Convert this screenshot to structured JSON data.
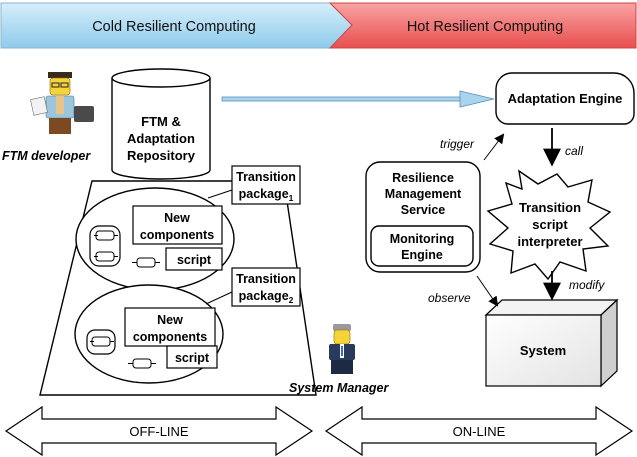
{
  "banner": {
    "cold": "Cold Resilient Computing",
    "hot": "Hot Resilient Computing",
    "cold_color": "#b8dcef",
    "hot_color": "#f26f6f"
  },
  "repository": {
    "line1": "FTM &",
    "line2": "Adaptation",
    "line3": "Repository"
  },
  "ftm_developer": "FTM developer",
  "system_manager": "System Manager",
  "transition_package_1": {
    "line1": "Transition",
    "line2": "package",
    "sub": "1"
  },
  "transition_package_2": {
    "line1": "Transition",
    "line2": "package",
    "sub": "2"
  },
  "new_components": {
    "line1": "New",
    "line2": "components"
  },
  "new_components_2": {
    "line1": "New",
    "line2": "components"
  },
  "script_label": "script",
  "script_label_2": "script",
  "adaptation_engine": "Adaptation Engine",
  "resilience_service": {
    "line1": "Resilience",
    "line2": "Management",
    "line3": "Service"
  },
  "monitoring_engine": {
    "line1": "Monitoring",
    "line2": "Engine"
  },
  "interpreter": {
    "line1": "Transition",
    "line2": "script",
    "line3": "interpreter"
  },
  "system": "System",
  "edges": {
    "trigger": "trigger",
    "call": "call",
    "observe": "observe",
    "modify": "modify"
  },
  "bottom": {
    "offline": "OFF-LINE",
    "online": "ON-LINE"
  }
}
